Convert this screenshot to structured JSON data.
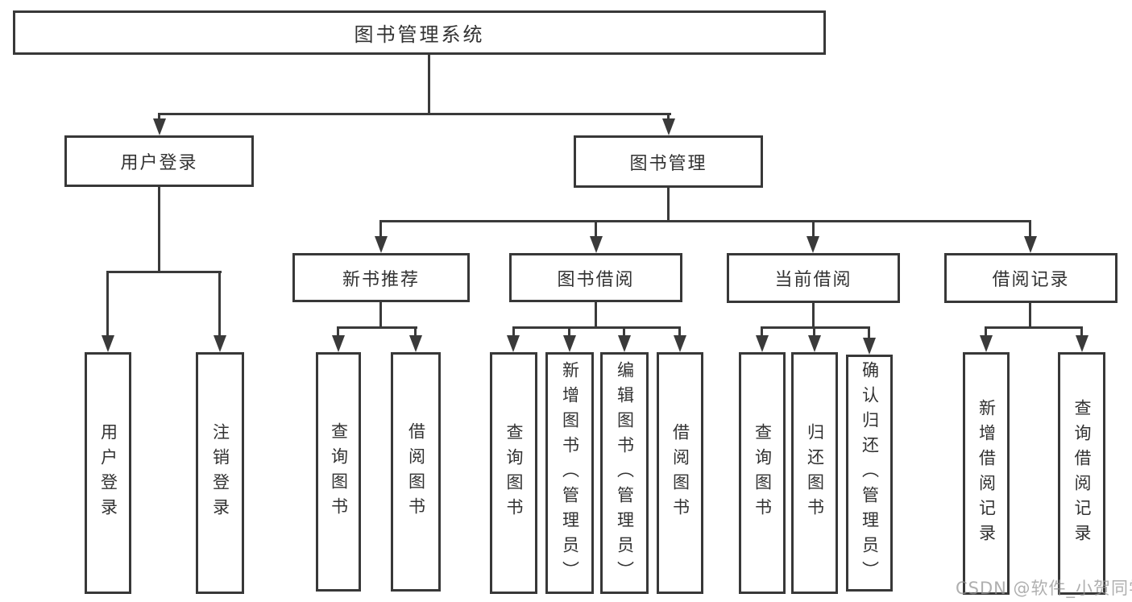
{
  "diagram": {
    "title": "图书管理系统",
    "branches": [
      {
        "label": "用户登录",
        "children": [
          {
            "label": "用户登录"
          },
          {
            "label": "注销登录"
          }
        ]
      },
      {
        "label": "图书管理",
        "groups": [
          {
            "label": "新书推荐",
            "children": [
              {
                "label": "查询图书"
              },
              {
                "label": "借阅图书"
              }
            ]
          },
          {
            "label": "图书借阅",
            "children": [
              {
                "label": "查询图书"
              },
              {
                "label": "新增图书（管理员）"
              },
              {
                "label": "编辑图书（管理员）"
              },
              {
                "label": "借阅图书"
              }
            ]
          },
          {
            "label": "当前借阅",
            "children": [
              {
                "label": "查询图书"
              },
              {
                "label": "归还图书"
              },
              {
                "label": "确认归还（管理员）"
              }
            ]
          },
          {
            "label": "借阅记录",
            "children": [
              {
                "label": "新增借阅记录"
              },
              {
                "label": "查询借阅记录"
              }
            ]
          }
        ]
      }
    ]
  },
  "watermark": "CSDN @软件_小贺同学",
  "colors": {
    "line": "#3a3a3a",
    "border": "#383838",
    "text": "#323232",
    "watermark": "#949494"
  }
}
